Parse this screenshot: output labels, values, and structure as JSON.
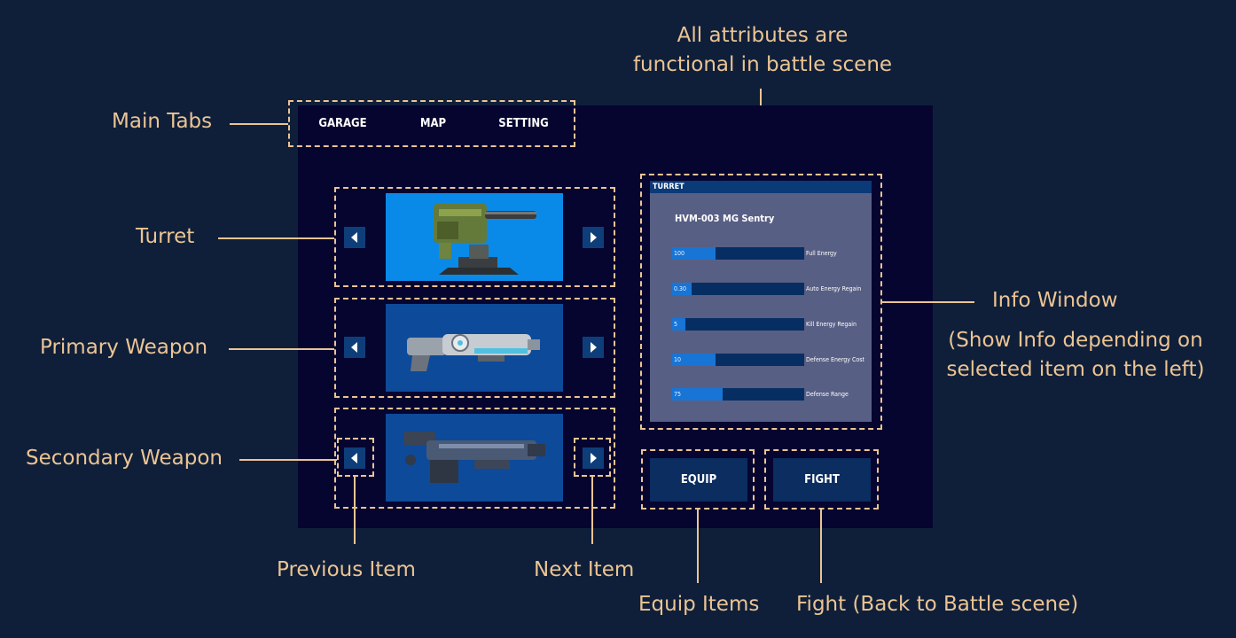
{
  "annotations": {
    "attributes_line1": "All attributes are",
    "attributes_line2": "functional in battle scene",
    "main_tabs": "Main Tabs",
    "turret": "Turret",
    "primary_weapon": "Primary Weapon",
    "secondary_weapon": "Secondary Weapon",
    "info_window": "Info Window",
    "info_desc_line1": "(Show Info depending on",
    "info_desc_line2": "selected item on the left)",
    "previous_item": "Previous Item",
    "next_item": "Next Item",
    "equip_items": "Equip Items",
    "fight": "Fight  (Back to Battle scene)"
  },
  "tabs": [
    {
      "label": "GARAGE",
      "active": true
    },
    {
      "label": "MAP",
      "active": false
    },
    {
      "label": "SETTING",
      "active": false
    }
  ],
  "info": {
    "header": "TURRET",
    "item_name": "HVM-003  MG Sentry",
    "stats": [
      {
        "value_text": "100",
        "label": "Full Energy",
        "fill": 0.33
      },
      {
        "value_text": "0.30",
        "label": "Auto Energy Regain",
        "fill": 0.15
      },
      {
        "value_text": "5",
        "label": "Kill Energy Regain",
        "fill": 0.1
      },
      {
        "value_text": "10",
        "label": "Defense Energy Cost",
        "fill": 0.33
      },
      {
        "value_text": "75",
        "label": "Defense Range",
        "fill": 0.38
      }
    ]
  },
  "buttons": {
    "equip": "EQUIP",
    "fight": "FIGHT"
  },
  "colors": {
    "background": "#0f1f3a",
    "panel": "#050530",
    "accent": "#1aa3f2",
    "annotation": "#ebc493",
    "bar_fill": "#1875d6"
  },
  "icons": {
    "turret_image": "mg-sentry-turret-image",
    "primary_image": "plasma-rifle-image",
    "secondary_image": "heavy-cannon-image",
    "prev": "triangle-left-icon",
    "next": "triangle-right-icon"
  }
}
